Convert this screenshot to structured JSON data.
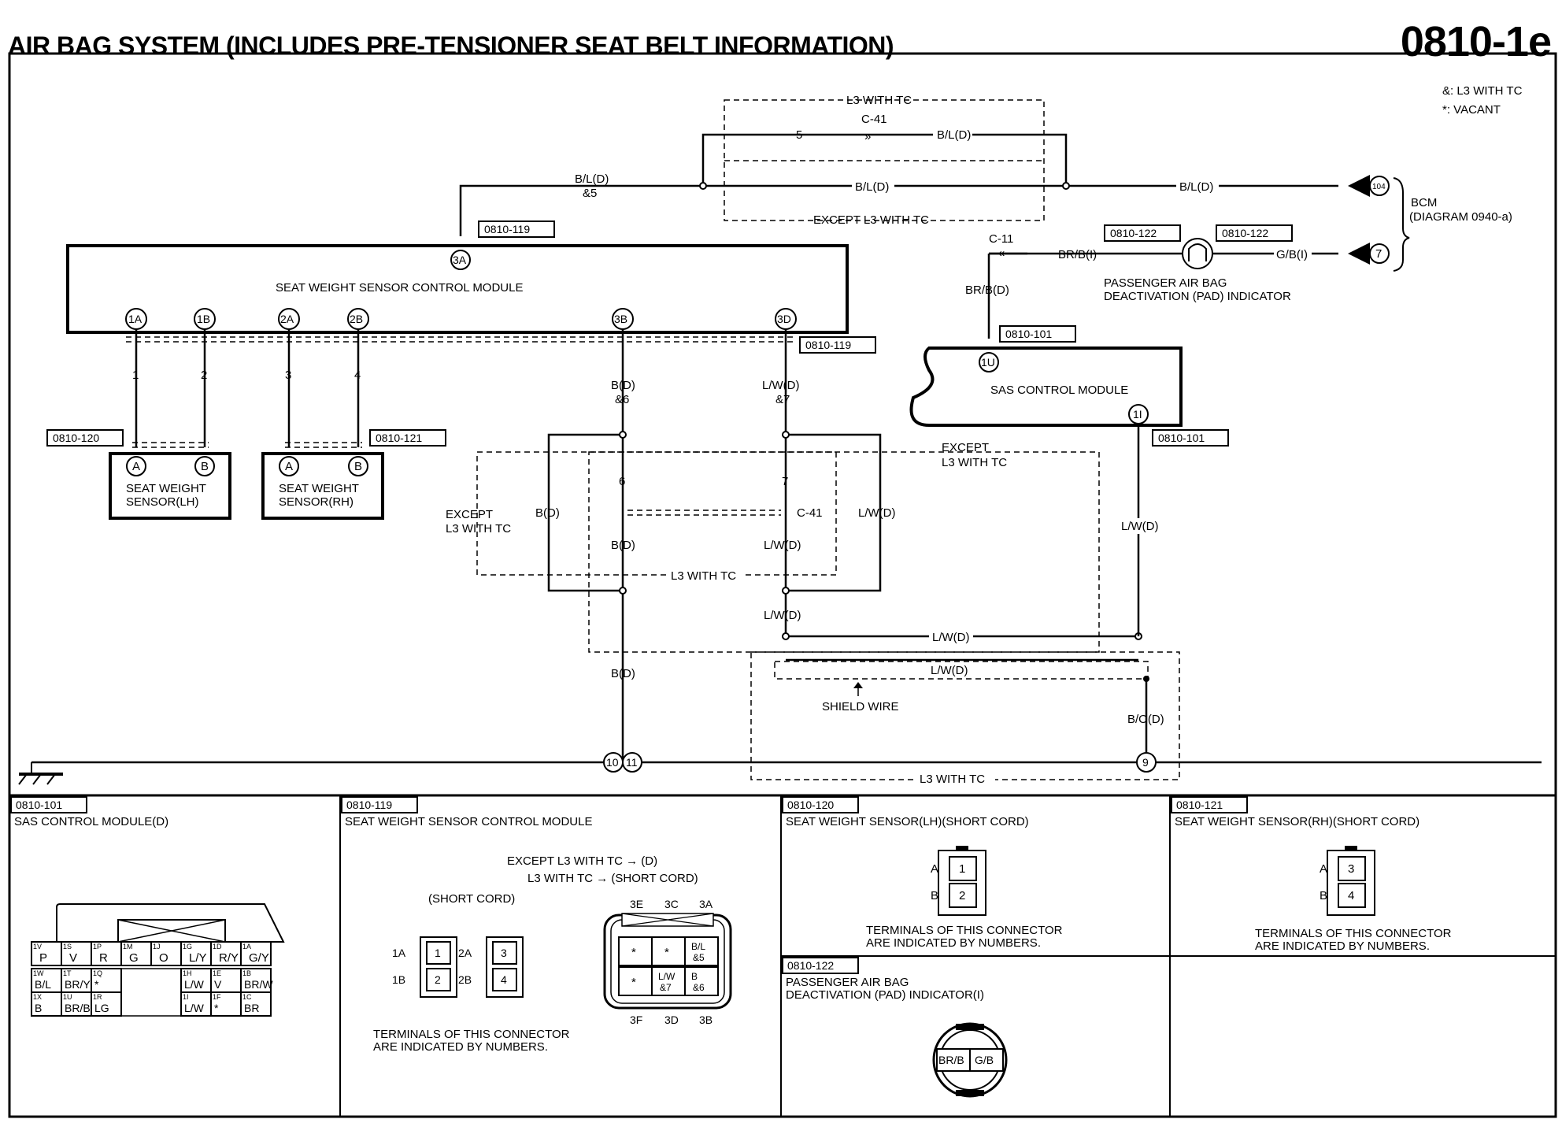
{
  "header": {
    "title": "AIR BAG SYSTEM (INCLUDES PRE-TENSIONER SEAT BELT INFORMATION)",
    "diagram_code": "0810-1e"
  },
  "legend": {
    "l3_with_tc": "&: L3 WITH TC",
    "vacant": "*: VACANT"
  },
  "components": {
    "swscm": "SEAT WEIGHT SENSOR CONTROL MODULE",
    "sws_lh": [
      "SEAT WEIGHT",
      "SENSOR(LH)"
    ],
    "sws_rh": [
      "SEAT WEIGHT",
      "SENSOR(RH)"
    ],
    "sas": "SAS CONTROL MODULE",
    "pad": [
      "PASSENGER AIR BAG",
      "DEACTIVATION (PAD) INDICATOR"
    ],
    "bcm": [
      "BCM",
      "(DIAGRAM 0940-a)"
    ],
    "shield": "SHIELD WIRE"
  },
  "refs": {
    "r119": "0810-119",
    "r120": "0810-120",
    "r121": "0810-121",
    "r122": "0810-122",
    "r101": "0810-101"
  },
  "terminals": {
    "t3A": "3A",
    "t1A": "1A",
    "t1B": "1B",
    "t2A": "2A",
    "t2B": "2B",
    "t3B": "3B",
    "t3D": "3D",
    "tA": "A",
    "tB": "B",
    "t1U": "1U",
    "t1I": "1I",
    "g10": "10",
    "g11": "11",
    "g9": "9",
    "b104": "104",
    "b7": "7"
  },
  "wires": {
    "bl_d": "B/L(D)",
    "bl_d_5": [
      "B/L(D)",
      "&5"
    ],
    "pin5": "5",
    "c41": "C-41",
    "c11": "C-11",
    "brb_i": "BR/B(I)",
    "gb_i": "G/B(I)",
    "brb_d": "BR/B(D)",
    "n1": "1",
    "n2": "2",
    "n3": "3",
    "n4": "4",
    "b_d_6": [
      "B(D)",
      "&6"
    ],
    "lw_d_7": [
      "L/W(D)",
      "&7"
    ],
    "p6": "6",
    "p7": "7",
    "b_d": "B(D)",
    "lw_d": "L/W(D)",
    "bo_d": "B/O(D)"
  },
  "regions": {
    "l3": "L3 WITH TC",
    "except_l3": "EXCEPT L3 WITH TC",
    "except_l3_2": [
      "EXCEPT",
      "L3 WITH TC"
    ]
  },
  "panels": {
    "p101": {
      "ref": "0810-101",
      "title": "SAS CONTROL MODULE(D)",
      "row1": [
        [
          "1V",
          "P"
        ],
        [
          "1S",
          "V"
        ],
        [
          "1P",
          "R"
        ],
        [
          "1M",
          "G"
        ],
        [
          "1J",
          "O"
        ],
        [
          "1G",
          "L/Y"
        ],
        [
          "1D",
          "R/Y"
        ],
        [
          "1A",
          "G/Y"
        ]
      ],
      "row2": [
        [
          "1W",
          "B/L"
        ],
        [
          "1T",
          "BR/Y"
        ],
        [
          "1Q",
          "*"
        ],
        [
          "1H",
          "L/W"
        ],
        [
          "1E",
          "V"
        ],
        [
          "1B",
          "BR/W"
        ]
      ],
      "row3": [
        [
          "1X",
          "B"
        ],
        [
          "1U",
          "BR/B"
        ],
        [
          "1R",
          "LG"
        ],
        [
          "1I",
          "L/W"
        ],
        [
          "1F",
          "*"
        ],
        [
          "1C",
          "BR"
        ]
      ]
    },
    "p119": {
      "ref": "0810-119",
      "title": "SEAT WEIGHT SENSOR CONTROL MODULE",
      "except": "EXCEPT L3 WITH TC → (D)",
      "l3": "L3 WITH TC → (SHORT CORD)",
      "short": "(SHORT CORD)",
      "sc": [
        [
          "1A",
          "1"
        ],
        [
          "1B",
          "2"
        ],
        [
          "2A",
          "3"
        ],
        [
          "2B",
          "4"
        ]
      ],
      "cols_top": [
        "3E",
        "3C",
        "3A"
      ],
      "cols_bot": [
        "3F",
        "3D",
        "3B"
      ],
      "cells": [
        "*",
        "*",
        "B/L &5",
        "*",
        "L/W &7",
        "B &6"
      ],
      "note": [
        "TERMINALS OF THIS CONNECTOR",
        "ARE INDICATED BY NUMBERS."
      ]
    },
    "p120": {
      "ref": "0810-120",
      "title": "SEAT WEIGHT SENSOR(LH)(SHORT CORD)",
      "pins": [
        [
          "A",
          "1"
        ],
        [
          "B",
          "2"
        ]
      ],
      "note": [
        "TERMINALS OF THIS CONNECTOR",
        "ARE INDICATED BY NUMBERS."
      ]
    },
    "p121": {
      "ref": "0810-121",
      "title": "SEAT WEIGHT SENSOR(RH)(SHORT CORD)",
      "pins": [
        [
          "A",
          "3"
        ],
        [
          "B",
          "4"
        ]
      ],
      "note": [
        "TERMINALS OF THIS CONNECTOR",
        "ARE INDICATED BY NUMBERS."
      ]
    },
    "p122": {
      "ref": "0810-122",
      "title": [
        "PASSENGER AIR BAG",
        "DEACTIVATION (PAD) INDICATOR(I)"
      ],
      "pins": [
        "BR/B",
        "G/B"
      ]
    }
  }
}
